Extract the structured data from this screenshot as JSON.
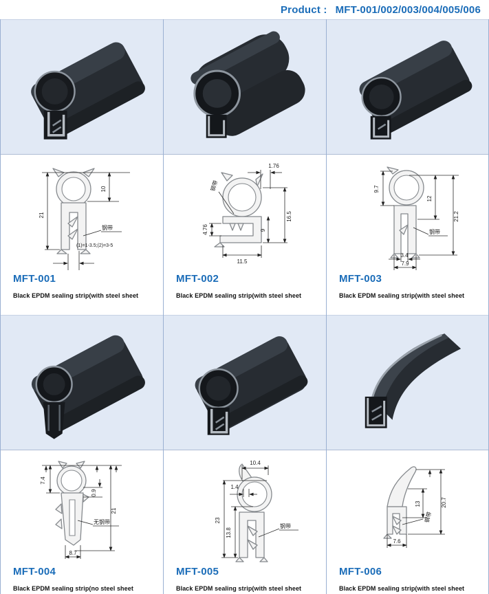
{
  "header": {
    "label": "Product :",
    "value": "MFT-001/002/003/004/005/006"
  },
  "colors": {
    "accent_blue": "#1a6cb8",
    "photo_background": "#e1e9f5",
    "divider": "#9ab0d2"
  },
  "products": [
    {
      "code": "MFT-001",
      "description": "Black EPDM sealing strip(with steel sheet",
      "dims": {
        "overall_height": "21",
        "upper_height": "10",
        "note": "(1)=1-3.5;(2)=3-5",
        "steel_label": "钢带"
      }
    },
    {
      "code": "MFT-002",
      "description": "Black EPDM sealing strip(with steel sheet",
      "dims": {
        "top_width": "1.76",
        "overall_height": "16.5",
        "channel_height": "9",
        "lip_height": "4.76",
        "bottom_width": "11.5",
        "steel_label": "钢带"
      }
    },
    {
      "code": "MFT-003",
      "description": "Black EPDM sealing strip(with steel sheet",
      "dims": {
        "bulb_height": "9.7",
        "channel_height": "12",
        "overall_height": "21.2",
        "slot_width": "3.4",
        "bottom_width": "7.9",
        "steel_label": "钢带"
      }
    },
    {
      "code": "MFT-004",
      "description": "Black EPDM sealing strip(no steel sheet",
      "dims": {
        "bulb_height": "7.4",
        "lip_thickness": "0.9",
        "overall_height": "21",
        "bottom_width": "8.7",
        "steel_label": "无钢带"
      }
    },
    {
      "code": "MFT-005",
      "description": "Black EPDM sealing strip(with steel sheet",
      "dims": {
        "top_width": "10.4",
        "wall_thickness": "1.4",
        "overall_height": "23",
        "channel_height": "13.8",
        "steel_label": "钢带"
      }
    },
    {
      "code": "MFT-006",
      "description": "Black EPDM sealing strip(with steel sheet",
      "dims": {
        "channel_height": "13",
        "overall_height": "20.7",
        "bottom_width": "7.6",
        "steel_label": "钢带"
      }
    }
  ]
}
